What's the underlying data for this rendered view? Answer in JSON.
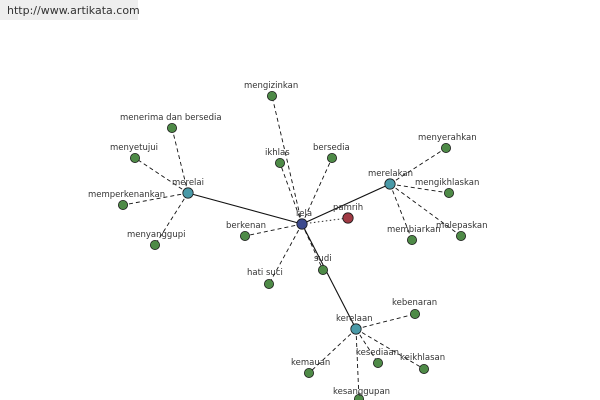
{
  "watermark": "http://www.artikata.com",
  "colors": {
    "leaf": "#4e8a47",
    "hub": "#4a9aa8",
    "root": "#3c4a8e",
    "antonym": "#a03a44",
    "edge": "#111111"
  },
  "graph": {
    "root": "rela",
    "nodes": [
      {
        "id": "rela",
        "label": "rela",
        "kind": "root"
      },
      {
        "id": "pamrih",
        "label": "pamrih",
        "kind": "antonym"
      },
      {
        "id": "merelai",
        "label": "merelai",
        "kind": "hub"
      },
      {
        "id": "merelakan",
        "label": "merelakan",
        "kind": "hub"
      },
      {
        "id": "kerelaan",
        "label": "kerelaan",
        "kind": "hub"
      },
      {
        "id": "mengizinkan",
        "label": "mengizinkan",
        "kind": "leaf"
      },
      {
        "id": "menerima-dan-bersedia",
        "label": "menerima dan bersedia",
        "kind": "leaf"
      },
      {
        "id": "menyetujui",
        "label": "menyetujui",
        "kind": "leaf"
      },
      {
        "id": "memperkenankan",
        "label": "memperkenankan",
        "kind": "leaf"
      },
      {
        "id": "menyanggupi",
        "label": "menyanggupi",
        "kind": "leaf"
      },
      {
        "id": "ikhlas",
        "label": "ikhlas",
        "kind": "leaf"
      },
      {
        "id": "bersedia",
        "label": "bersedia",
        "kind": "leaf"
      },
      {
        "id": "berkenan",
        "label": "berkenan",
        "kind": "leaf"
      },
      {
        "id": "hati-suci",
        "label": "hati suci",
        "kind": "leaf"
      },
      {
        "id": "sudi",
        "label": "sudi",
        "kind": "leaf"
      },
      {
        "id": "menyerahkan",
        "label": "menyerahkan",
        "kind": "leaf"
      },
      {
        "id": "mengikhlaskan",
        "label": "mengikhlaskan",
        "kind": "leaf"
      },
      {
        "id": "membiarkan",
        "label": "membiarkan",
        "kind": "leaf"
      },
      {
        "id": "melepaskan",
        "label": "melepaskan",
        "kind": "leaf"
      },
      {
        "id": "kebenaran",
        "label": "kebenaran",
        "kind": "leaf"
      },
      {
        "id": "kemauan",
        "label": "kemauan",
        "kind": "leaf"
      },
      {
        "id": "kesediaan",
        "label": "kesediaan",
        "kind": "leaf"
      },
      {
        "id": "keikhlasan",
        "label": "keikhlasan",
        "kind": "leaf"
      },
      {
        "id": "kesanggupan",
        "label": "kesanggupan",
        "kind": "leaf"
      }
    ],
    "edges": [
      {
        "from": "rela",
        "to": "merelai",
        "style": "solid"
      },
      {
        "from": "rela",
        "to": "merelakan",
        "style": "solid"
      },
      {
        "from": "rela",
        "to": "kerelaan",
        "style": "solid"
      },
      {
        "from": "rela",
        "to": "pamrih",
        "style": "dotted"
      },
      {
        "from": "rela",
        "to": "mengizinkan",
        "style": "dashed"
      },
      {
        "from": "rela",
        "to": "ikhlas",
        "style": "dashed"
      },
      {
        "from": "rela",
        "to": "bersedia",
        "style": "dashed"
      },
      {
        "from": "rela",
        "to": "berkenan",
        "style": "dashed"
      },
      {
        "from": "rela",
        "to": "hati-suci",
        "style": "dashed"
      },
      {
        "from": "rela",
        "to": "sudi",
        "style": "dashed"
      },
      {
        "from": "merelai",
        "to": "menerima-dan-bersedia",
        "style": "dashed"
      },
      {
        "from": "merelai",
        "to": "menyetujui",
        "style": "dashed"
      },
      {
        "from": "merelai",
        "to": "memperkenankan",
        "style": "dashed"
      },
      {
        "from": "merelai",
        "to": "menyanggupi",
        "style": "dashed"
      },
      {
        "from": "merelakan",
        "to": "menyerahkan",
        "style": "dashed"
      },
      {
        "from": "merelakan",
        "to": "mengikhlaskan",
        "style": "dashed"
      },
      {
        "from": "merelakan",
        "to": "membiarkan",
        "style": "dashed"
      },
      {
        "from": "merelakan",
        "to": "melepaskan",
        "style": "dashed"
      },
      {
        "from": "kerelaan",
        "to": "kebenaran",
        "style": "dashed"
      },
      {
        "from": "kerelaan",
        "to": "kemauan",
        "style": "dashed"
      },
      {
        "from": "kerelaan",
        "to": "kesediaan",
        "style": "dashed"
      },
      {
        "from": "kerelaan",
        "to": "keikhlasan",
        "style": "dashed"
      },
      {
        "from": "kerelaan",
        "to": "kesanggupan",
        "style": "dashed"
      }
    ]
  }
}
